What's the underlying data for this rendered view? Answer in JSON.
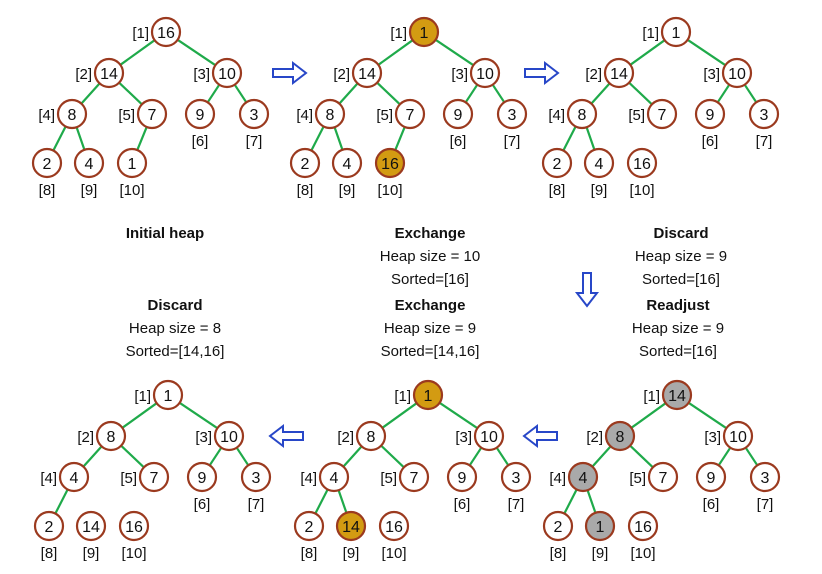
{
  "colors": {
    "node_border": "#9b3a1f",
    "edge": "#1faa4a",
    "highlight_fill": "#d39b12",
    "readjust_fill": "#a9a9a9",
    "arrow": "#2847c8",
    "text": "#111111"
  },
  "panels": [
    {
      "id": "initial",
      "nodes": [
        {
          "i": 1,
          "value": "16",
          "label": "[1]",
          "fill": "none"
        },
        {
          "i": 2,
          "value": "14",
          "label": "[2]",
          "fill": "none"
        },
        {
          "i": 3,
          "value": "10",
          "label": "[3]",
          "fill": "none"
        },
        {
          "i": 4,
          "value": "8",
          "label": "[4]",
          "fill": "none"
        },
        {
          "i": 5,
          "value": "7",
          "label": "[5]",
          "fill": "none"
        },
        {
          "i": 6,
          "value": "9",
          "label": "[6]",
          "fill": "none"
        },
        {
          "i": 7,
          "value": "3",
          "label": "[7]",
          "fill": "none"
        },
        {
          "i": 8,
          "value": "2",
          "label": "[8]",
          "fill": "none"
        },
        {
          "i": 9,
          "value": "4",
          "label": "[9]",
          "fill": "none"
        },
        {
          "i": 10,
          "value": "1",
          "label": "[10]",
          "fill": "none"
        }
      ],
      "edges": [
        [
          1,
          2
        ],
        [
          1,
          3
        ],
        [
          2,
          4
        ],
        [
          2,
          5
        ],
        [
          3,
          6
        ],
        [
          3,
          7
        ],
        [
          4,
          8
        ],
        [
          4,
          9
        ],
        [
          5,
          10
        ]
      ]
    },
    {
      "id": "exchange-1",
      "nodes": [
        {
          "i": 1,
          "value": "1",
          "label": "[1]",
          "fill": "highlight"
        },
        {
          "i": 2,
          "value": "14",
          "label": "[2]",
          "fill": "none"
        },
        {
          "i": 3,
          "value": "10",
          "label": "[3]",
          "fill": "none"
        },
        {
          "i": 4,
          "value": "8",
          "label": "[4]",
          "fill": "none"
        },
        {
          "i": 5,
          "value": "7",
          "label": "[5]",
          "fill": "none"
        },
        {
          "i": 6,
          "value": "9",
          "label": "[6]",
          "fill": "none"
        },
        {
          "i": 7,
          "value": "3",
          "label": "[7]",
          "fill": "none"
        },
        {
          "i": 8,
          "value": "2",
          "label": "[8]",
          "fill": "none"
        },
        {
          "i": 9,
          "value": "4",
          "label": "[9]",
          "fill": "none"
        },
        {
          "i": 10,
          "value": "16",
          "label": "[10]",
          "fill": "highlight"
        }
      ],
      "edges": [
        [
          1,
          2
        ],
        [
          1,
          3
        ],
        [
          2,
          4
        ],
        [
          2,
          5
        ],
        [
          3,
          6
        ],
        [
          3,
          7
        ],
        [
          4,
          8
        ],
        [
          4,
          9
        ],
        [
          5,
          10
        ]
      ]
    },
    {
      "id": "discard-1",
      "nodes": [
        {
          "i": 1,
          "value": "1",
          "label": "[1]",
          "fill": "none"
        },
        {
          "i": 2,
          "value": "14",
          "label": "[2]",
          "fill": "none"
        },
        {
          "i": 3,
          "value": "10",
          "label": "[3]",
          "fill": "none"
        },
        {
          "i": 4,
          "value": "8",
          "label": "[4]",
          "fill": "none"
        },
        {
          "i": 5,
          "value": "7",
          "label": "[5]",
          "fill": "none"
        },
        {
          "i": 6,
          "value": "9",
          "label": "[6]",
          "fill": "none"
        },
        {
          "i": 7,
          "value": "3",
          "label": "[7]",
          "fill": "none"
        },
        {
          "i": 8,
          "value": "2",
          "label": "[8]",
          "fill": "none"
        },
        {
          "i": 9,
          "value": "4",
          "label": "[9]",
          "fill": "none"
        },
        {
          "i": 10,
          "value": "16",
          "label": "[10]",
          "fill": "none"
        }
      ],
      "edges": [
        [
          1,
          2
        ],
        [
          1,
          3
        ],
        [
          2,
          4
        ],
        [
          2,
          5
        ],
        [
          3,
          6
        ],
        [
          3,
          7
        ],
        [
          4,
          8
        ],
        [
          4,
          9
        ]
      ]
    },
    {
      "id": "readjust-1",
      "nodes": [
        {
          "i": 1,
          "value": "14",
          "label": "[1]",
          "fill": "gray"
        },
        {
          "i": 2,
          "value": "8",
          "label": "[2]",
          "fill": "gray"
        },
        {
          "i": 3,
          "value": "10",
          "label": "[3]",
          "fill": "none"
        },
        {
          "i": 4,
          "value": "4",
          "label": "[4]",
          "fill": "gray"
        },
        {
          "i": 5,
          "value": "7",
          "label": "[5]",
          "fill": "none"
        },
        {
          "i": 6,
          "value": "9",
          "label": "[6]",
          "fill": "none"
        },
        {
          "i": 7,
          "value": "3",
          "label": "[7]",
          "fill": "none"
        },
        {
          "i": 8,
          "value": "2",
          "label": "[8]",
          "fill": "none"
        },
        {
          "i": 9,
          "value": "1",
          "label": "[9]",
          "fill": "gray"
        },
        {
          "i": 10,
          "value": "16",
          "label": "[10]",
          "fill": "none"
        }
      ],
      "edges": [
        [
          1,
          2
        ],
        [
          1,
          3
        ],
        [
          2,
          4
        ],
        [
          2,
          5
        ],
        [
          3,
          6
        ],
        [
          3,
          7
        ],
        [
          4,
          8
        ],
        [
          4,
          9
        ]
      ]
    },
    {
      "id": "exchange-2",
      "nodes": [
        {
          "i": 1,
          "value": "1",
          "label": "[1]",
          "fill": "highlight"
        },
        {
          "i": 2,
          "value": "8",
          "label": "[2]",
          "fill": "none"
        },
        {
          "i": 3,
          "value": "10",
          "label": "[3]",
          "fill": "none"
        },
        {
          "i": 4,
          "value": "4",
          "label": "[4]",
          "fill": "none"
        },
        {
          "i": 5,
          "value": "7",
          "label": "[5]",
          "fill": "none"
        },
        {
          "i": 6,
          "value": "9",
          "label": "[6]",
          "fill": "none"
        },
        {
          "i": 7,
          "value": "3",
          "label": "[7]",
          "fill": "none"
        },
        {
          "i": 8,
          "value": "2",
          "label": "[8]",
          "fill": "none"
        },
        {
          "i": 9,
          "value": "14",
          "label": "[9]",
          "fill": "highlight"
        },
        {
          "i": 10,
          "value": "16",
          "label": "[10]",
          "fill": "none"
        }
      ],
      "edges": [
        [
          1,
          2
        ],
        [
          1,
          3
        ],
        [
          2,
          4
        ],
        [
          2,
          5
        ],
        [
          3,
          6
        ],
        [
          3,
          7
        ],
        [
          4,
          8
        ],
        [
          4,
          9
        ]
      ]
    },
    {
      "id": "discard-2",
      "nodes": [
        {
          "i": 1,
          "value": "1",
          "label": "[1]",
          "fill": "none"
        },
        {
          "i": 2,
          "value": "8",
          "label": "[2]",
          "fill": "none"
        },
        {
          "i": 3,
          "value": "10",
          "label": "[3]",
          "fill": "none"
        },
        {
          "i": 4,
          "value": "4",
          "label": "[4]",
          "fill": "none"
        },
        {
          "i": 5,
          "value": "7",
          "label": "[5]",
          "fill": "none"
        },
        {
          "i": 6,
          "value": "9",
          "label": "[6]",
          "fill": "none"
        },
        {
          "i": 7,
          "value": "3",
          "label": "[7]",
          "fill": "none"
        },
        {
          "i": 8,
          "value": "2",
          "label": "[8]",
          "fill": "none"
        },
        {
          "i": 9,
          "value": "14",
          "label": "[9]",
          "fill": "none"
        },
        {
          "i": 10,
          "value": "16",
          "label": "[10]",
          "fill": "none"
        }
      ],
      "edges": [
        [
          1,
          2
        ],
        [
          1,
          3
        ],
        [
          2,
          4
        ],
        [
          2,
          5
        ],
        [
          3,
          6
        ],
        [
          3,
          7
        ],
        [
          4,
          8
        ]
      ]
    }
  ],
  "captions": {
    "initial": {
      "title": "Initial heap"
    },
    "exchange1": {
      "title": "Exchange",
      "line1": "Heap size = 10",
      "line2": "Sorted=[16]"
    },
    "discard1": {
      "title": "Discard",
      "line1": "Heap size = 9",
      "line2": "Sorted=[16]"
    },
    "readjust1": {
      "title": "Readjust",
      "line1": "Heap size = 9",
      "line2": "Sorted=[16]"
    },
    "exchange2": {
      "title": "Exchange",
      "line1": "Heap size = 9",
      "line2": "Sorted=[14,16]"
    },
    "discard2": {
      "title": "Discard",
      "line1": "Heap size = 8",
      "line2": "Sorted=[14,16]"
    }
  },
  "arrows": [
    {
      "direction": "right",
      "from": "initial",
      "to": "exchange-1"
    },
    {
      "direction": "right",
      "from": "exchange-1",
      "to": "discard-1"
    },
    {
      "direction": "down",
      "from": "discard-1",
      "to": "readjust-1"
    },
    {
      "direction": "left",
      "from": "readjust-1",
      "to": "exchange-2"
    },
    {
      "direction": "left",
      "from": "exchange-2",
      "to": "discard-2"
    }
  ]
}
